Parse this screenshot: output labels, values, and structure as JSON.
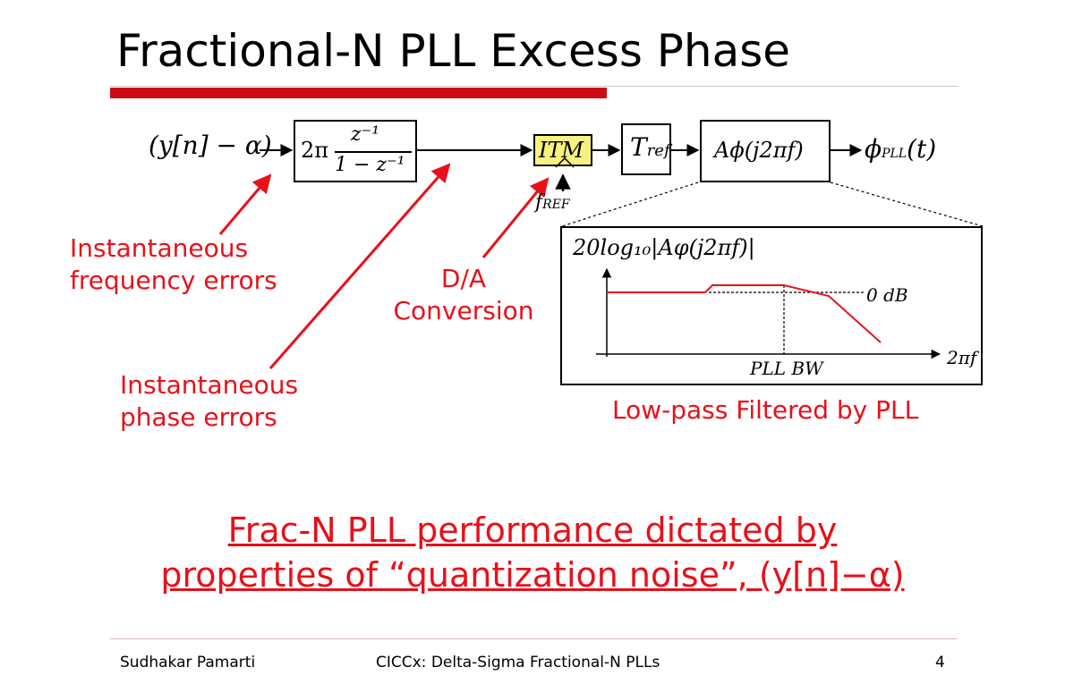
{
  "slide": {
    "title": "Fractional-N PLL Excess Phase",
    "accent_color": "#cc0c12"
  },
  "diagram": {
    "input_label": "(y[n] − α)",
    "block1_prefix": "2π",
    "block1_num": "z⁻¹",
    "block1_den": "1 − z⁻¹",
    "itm_label": "ITM",
    "fref_label": "f",
    "fref_sub": "REF",
    "tref_label": "T",
    "tref_sub": "ref",
    "filter_label": "Aϕ(j2πf)",
    "output_label": "ϕ",
    "output_sub": "PLL",
    "output_arg": "(t)"
  },
  "annotations": {
    "freq_errors_line1": "Instantaneous",
    "freq_errors_line2": "frequency errors",
    "da_line1": "D/A",
    "da_line2": "Conversion",
    "phase_errors_line1": "Instantaneous",
    "phase_errors_line2": "phase errors",
    "lowpass_caption": "Low-pass Filtered by PLL"
  },
  "plot": {
    "ylabel": "20log₁₀|Aφ(j2πf)|",
    "zero_db": "0 dB",
    "bw_label": "PLL BW",
    "xlabel": "2πf",
    "curve_color": "#e8101a"
  },
  "conclusion": {
    "line1": "Frac-N PLL performance dictated by",
    "line2": "properties of “quantization noise”, (y[n]−α)"
  },
  "footer": {
    "author": "Sudhakar Pamarti",
    "course": "CICCx: Delta-Sigma Fractional-N PLLs",
    "page": "4"
  }
}
